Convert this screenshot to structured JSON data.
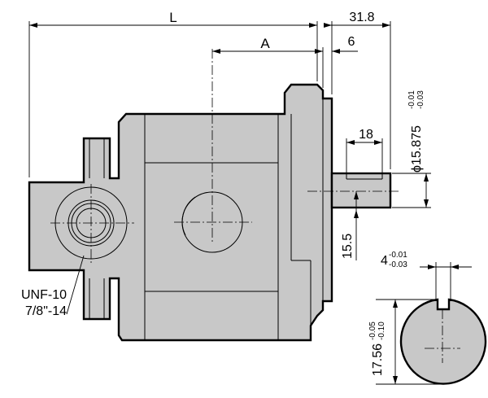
{
  "dimensions": {
    "overall_length": "L",
    "flange_to_center": "A",
    "shaft_length": "31.8",
    "flange_step": "6",
    "key_length": "18",
    "shaft_diameter": "ϕ15.875",
    "shaft_diameter_tol_upper": "-0.01",
    "shaft_diameter_tol_lower": "-0.03",
    "shaft_height": "15.5",
    "key_width": "4",
    "key_width_tol_upper": "-0.01",
    "key_width_tol_lower": "-0.03",
    "key_depth": "17.56",
    "key_depth_tol_upper": "-0.05",
    "key_depth_tol_lower": "-0.10"
  },
  "port": {
    "line1": "UNF-10",
    "line2": "7/8\"-14"
  },
  "colors": {
    "body_fill": "#c8c8c8",
    "line": "#000000"
  }
}
